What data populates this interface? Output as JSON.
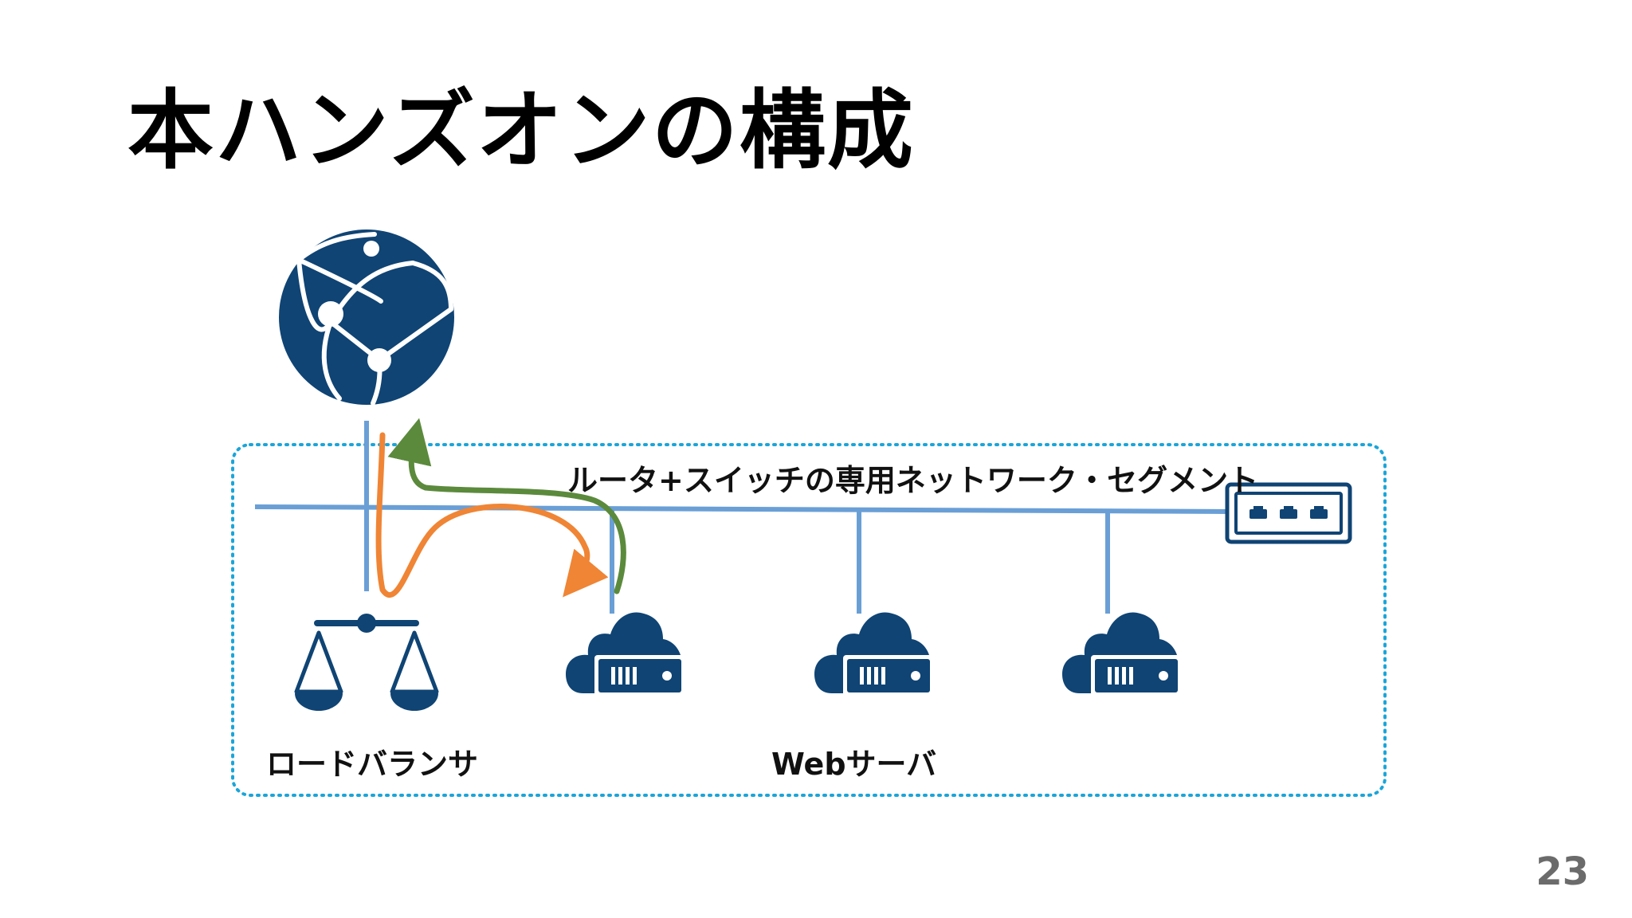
{
  "slide": {
    "title": "本ハンズオンの構成",
    "page_number": "23"
  },
  "diagram": {
    "segment_label": "ルータ+スイッチの専用ネットワーク・セグメント",
    "load_balancer_label": "ロードバランサ",
    "web_server_label": "Webサーバ",
    "icons": [
      "internet-globe-icon",
      "router-switch-icon",
      "load-balancer-icon",
      "cloud-server-icon"
    ],
    "colors": {
      "icon_navy": "#0f4474",
      "network_line": "#6a9fd6",
      "segment_border": "#1aa5d9",
      "request_arrow": "#ef8535",
      "response_arrow": "#5b8a3c"
    }
  }
}
